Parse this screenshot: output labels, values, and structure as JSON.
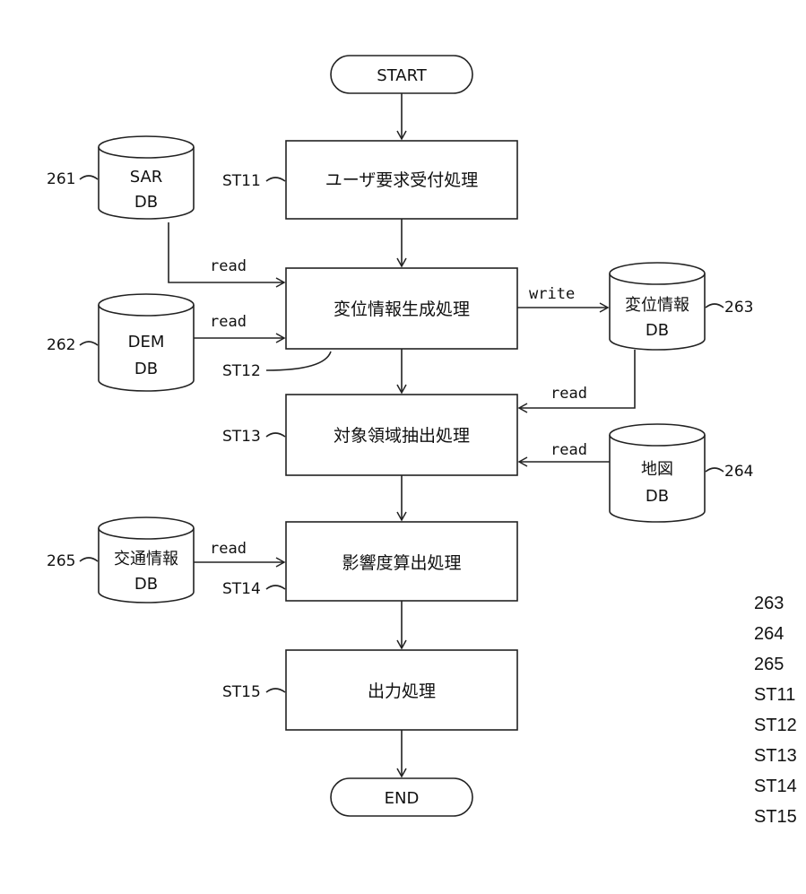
{
  "terminals": {
    "start": "START",
    "end": "END"
  },
  "steps": [
    {
      "id": "ST11",
      "label": "ユーザ要求受付処理"
    },
    {
      "id": "ST12",
      "label": "変位情報生成処理"
    },
    {
      "id": "ST13",
      "label": "対象領域抽出処理"
    },
    {
      "id": "ST14",
      "label": "影響度算出処理"
    },
    {
      "id": "ST15",
      "label": "出力処理"
    }
  ],
  "databases": [
    {
      "ref": "261",
      "line1": "SAR",
      "line2": "DB"
    },
    {
      "ref": "262",
      "line1": "DEM",
      "line2": "DB"
    },
    {
      "ref": "263",
      "line1": "変位情報",
      "line2": "DB"
    },
    {
      "ref": "264",
      "line1": "地図",
      "line2": "DB"
    },
    {
      "ref": "265",
      "line1": "交通情報",
      "line2": "DB"
    }
  ],
  "arrow_labels": {
    "read": "read",
    "write": "write"
  },
  "legend": [
    "263",
    "264",
    "265",
    "ST11",
    "ST12",
    "ST13",
    "ST14",
    "ST15"
  ]
}
